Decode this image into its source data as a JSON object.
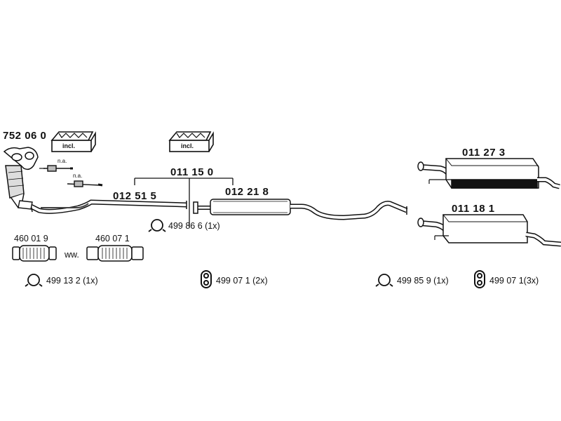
{
  "parts": {
    "catalyst": "752 06 0",
    "front_pipe": "012 51 5",
    "middle_set": "011 15 0",
    "middle_silencer": "012 21 8",
    "rear_silencer_a": "011 27 3",
    "rear_silencer_b": "011 18 1",
    "flex_pipe_a": "460 01 9",
    "flex_pipe_b": "460 07 1"
  },
  "annotations": {
    "incl_1": "incl.",
    "incl_2": "incl.",
    "na_1": "n.a.",
    "na_2": "n.a.",
    "alternative": "ww."
  },
  "fittings": {
    "clamp_middle": "499 86 6 (1x)",
    "clamp_front": "499 13 2 (1x)",
    "hanger_middle": "499 07 1 (2x)",
    "clamp_rear": "499 85 9 (1x)",
    "hanger_rear": "499 07 1(3x)"
  },
  "icons": [
    "gasket-kit-icon",
    "clamp-icon",
    "rubber-hanger-icon",
    "flex-pipe-icon",
    "silencer-icon",
    "catalytic-converter-icon",
    "sensor-icon"
  ]
}
